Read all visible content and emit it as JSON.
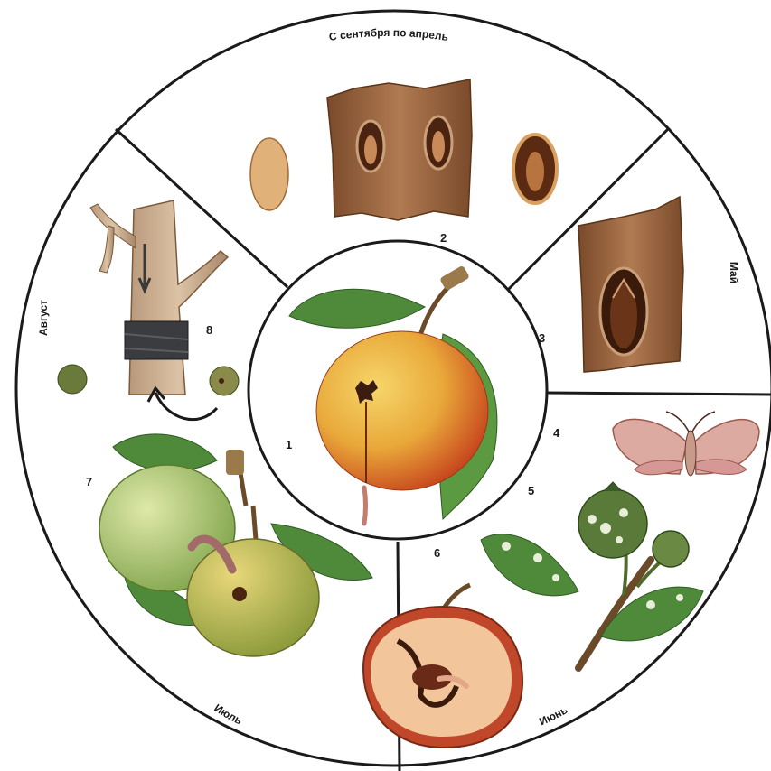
{
  "months": {
    "top": "С сентября по апрель",
    "right": "Май",
    "left": "Август",
    "bottom_left": "Июль",
    "bottom_right": "Июнь"
  },
  "stages": [
    "1",
    "2",
    "3",
    "4",
    "5",
    "6",
    "7",
    "8"
  ],
  "colors": {
    "ring_line": "#1a1a1a",
    "bark": "#9b6a45",
    "apple_yellow": "#e9b43a",
    "apple_red": "#c8481e",
    "leaf": "#4f8a3a",
    "green_apple": "#a9c56a",
    "moth": "#d9a3a0",
    "larva": "#c57b6d"
  }
}
